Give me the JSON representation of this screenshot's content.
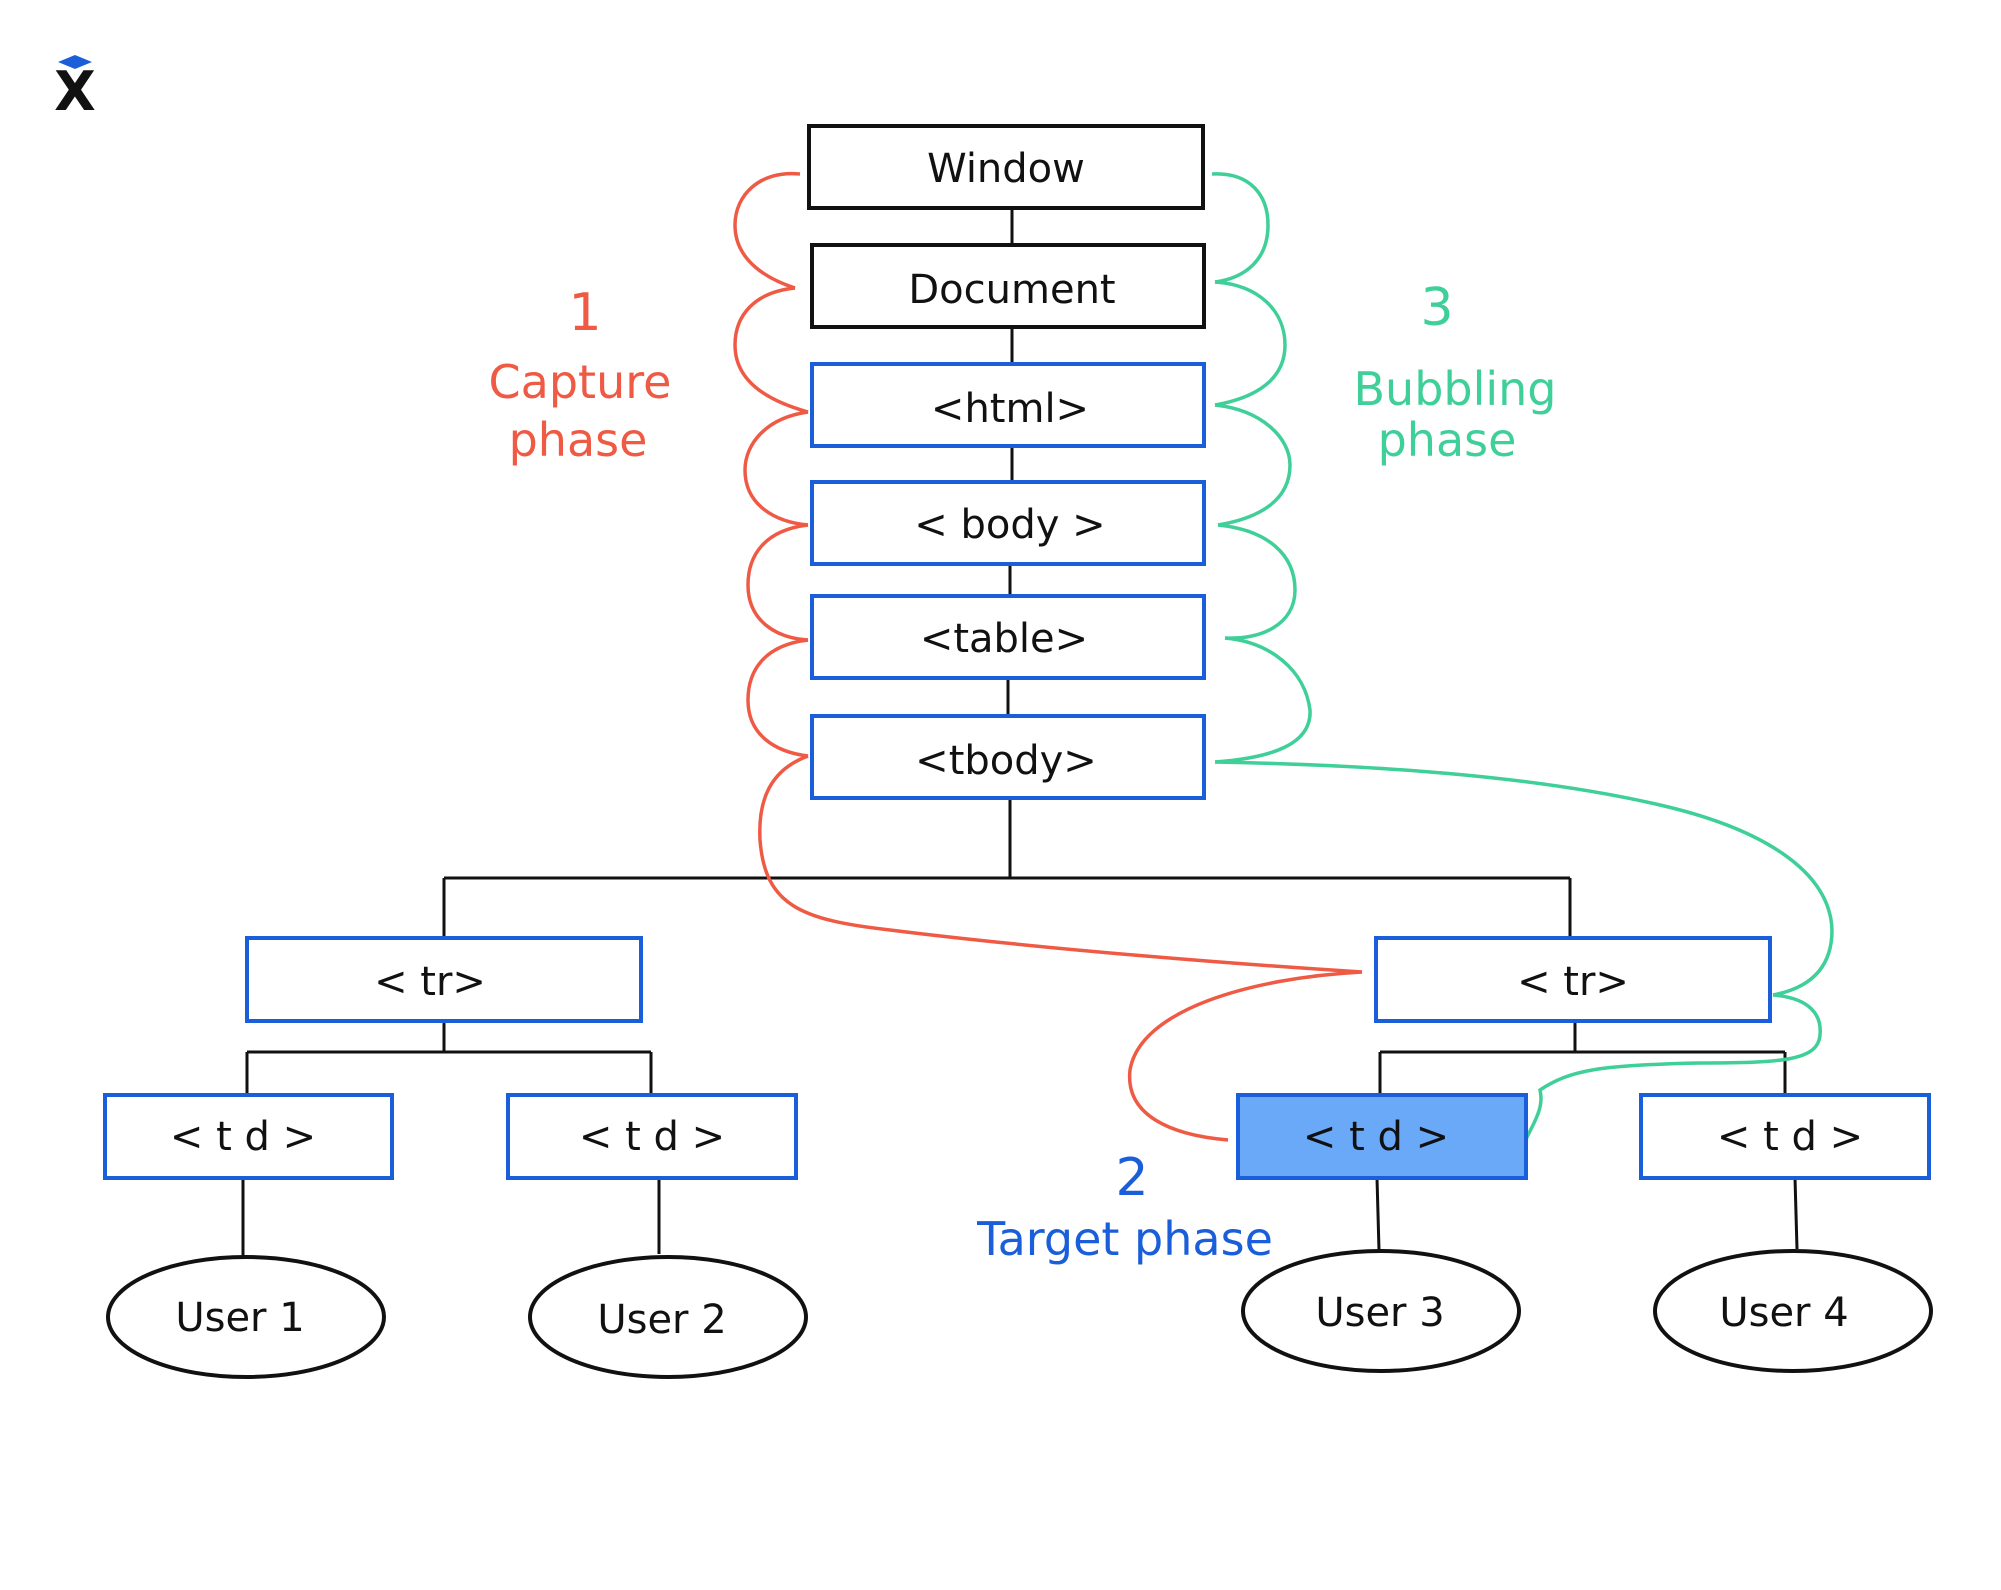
{
  "logo": {
    "name": "logo-icon",
    "text": "X"
  },
  "colors": {
    "capture": "#ef5a45",
    "bubbling": "#3fcf98",
    "target": "#1a5fd9",
    "target_fill": "#6aa9f8",
    "ink": "#111111"
  },
  "nodes": {
    "window": "Window",
    "document": "Document",
    "html": "<html>",
    "body": "< body >",
    "table": "<table>",
    "tbody": "<tbody>",
    "tr_left": "< tr>",
    "tr_right": "< tr>",
    "td_1": "< t d >",
    "td_2": "< t d >",
    "td_3": "< t d >",
    "td_4": "< t d >"
  },
  "leaves": {
    "user_1": "User 1",
    "user_2": "User 2",
    "user_3": "User 3",
    "user_4": "User 4"
  },
  "phases": {
    "capture": {
      "number": "1",
      "line1": "Capture",
      "line2": "phase"
    },
    "target": {
      "number": "2",
      "label": "Target phase"
    },
    "bubbling": {
      "number": "3",
      "line1": "Bubbling",
      "line2": "phase"
    }
  }
}
